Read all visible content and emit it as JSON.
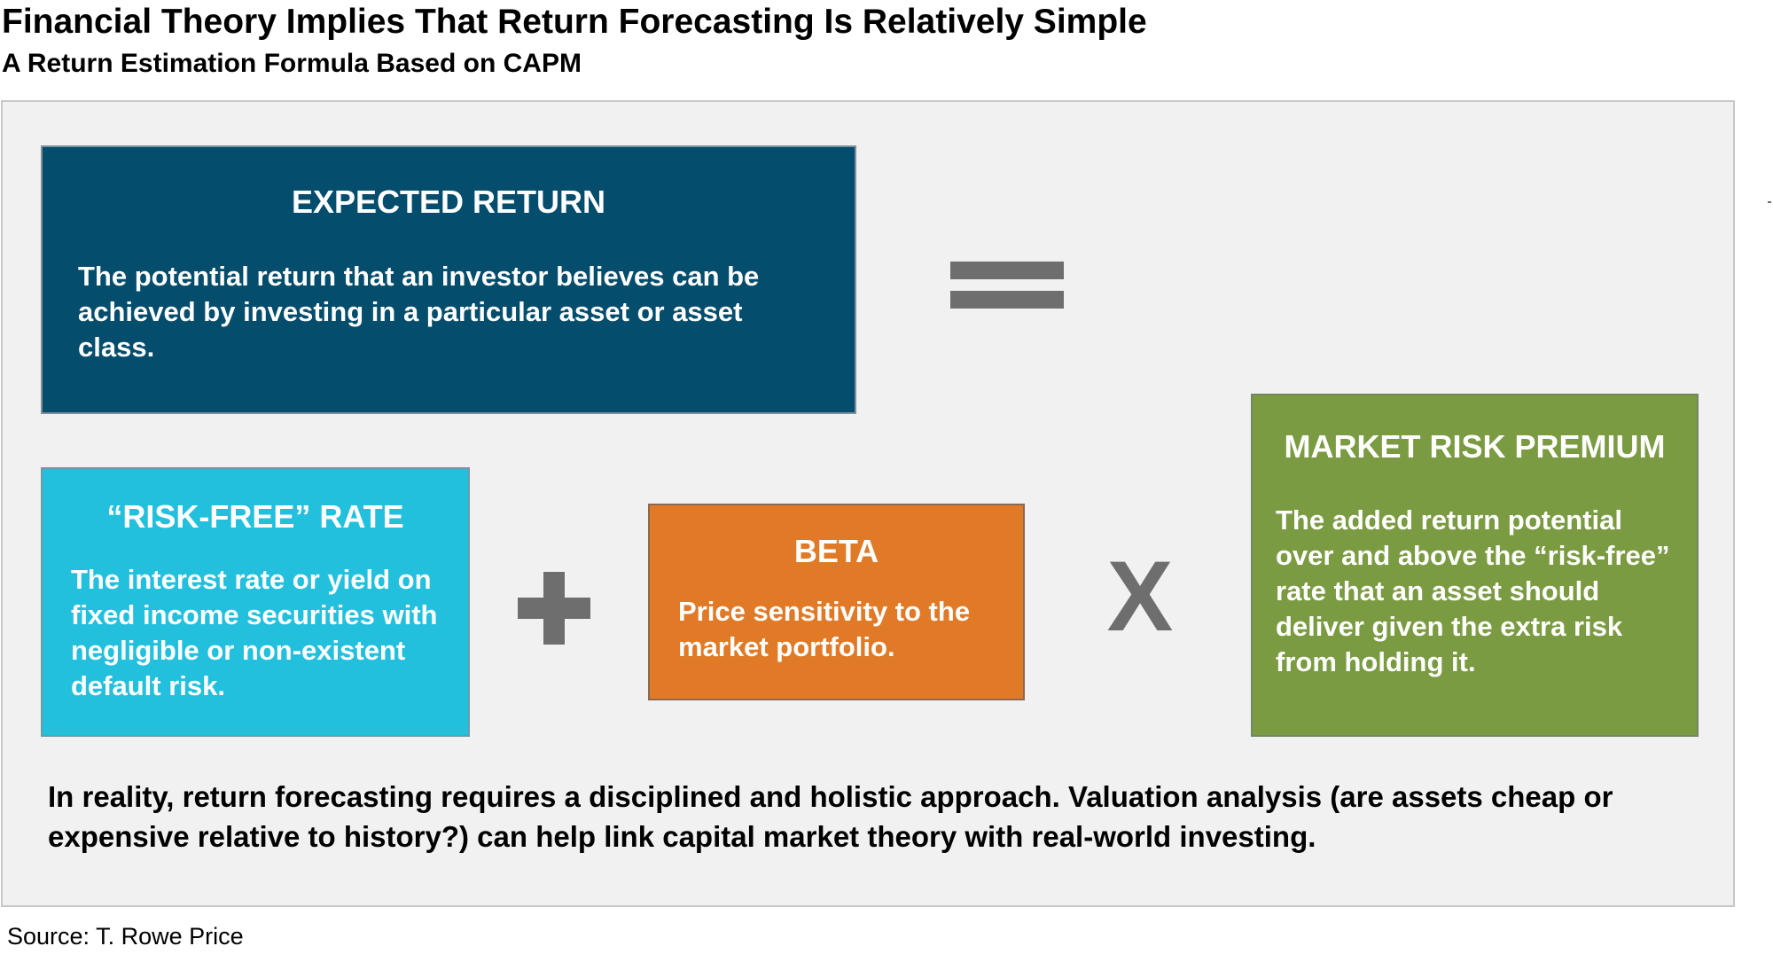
{
  "title": "Financial Theory Implies That Return Forecasting Is Relatively Simple",
  "subtitle": "A Return Estimation Formula Based on CAPM",
  "expected_return": {
    "title": "EXPECTED RETURN",
    "description": "The potential return that an investor believes can be achieved by investing in a particular asset or asset class."
  },
  "risk_free_rate": {
    "title": "“RISK-FREE” RATE",
    "description": "The interest rate or yield on fixed income securities with negligible or non-existent default risk."
  },
  "beta": {
    "title": "BETA",
    "description": "Price sensitivity to the market portfolio."
  },
  "market_risk_premium": {
    "title": "MARKET RISK PREMIUM",
    "description": "The added return potential over and above the “risk-free” rate that an asset should deliver given the extra risk from holding it."
  },
  "operators": {
    "equals_icon": "equals-icon",
    "plus_icon": "plus-icon",
    "times_symbol": "X"
  },
  "colors": {
    "expected_return": "#044d6c",
    "risk_free_rate": "#23c0de",
    "beta": "#e17a27",
    "market_risk_premium": "#7b9b42",
    "operator": "#6e6e6e",
    "panel_background": "#f1f1f1"
  },
  "footnote": "In reality, return forecasting requires a disciplined and holistic approach. Valuation analysis (are assets cheap or expensive relative to history?) can help link capital market theory with real-world investing.",
  "source": "Source: T. Rowe Price"
}
